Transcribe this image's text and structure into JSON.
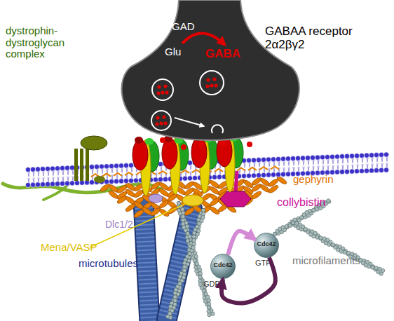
{
  "diagram": {
    "nodes": [
      {
        "text": [
          "GAD",
          "Glu",
          "GABA"
        ]
      },
      {
        "text": [
          "Cdc42",
          "GDP"
        ]
      },
      {
        "text": [
          "Cdc42",
          "GTP"
        ]
      }
    ],
    "edges": [
      {
        "from": 1,
        "to": 2,
        "arrow": "to"
      },
      {
        "from": 2,
        "to": 1,
        "arrow": "to"
      }
    ],
    "labels": [
      "dystrophin- dystroglycan complex",
      "GABAA receptor 2α2βγ2",
      "gephyrin",
      "collybistin",
      "Dlc1/2",
      "Mena/VASP",
      "microtubules",
      "microfilaments"
    ]
  }
}
